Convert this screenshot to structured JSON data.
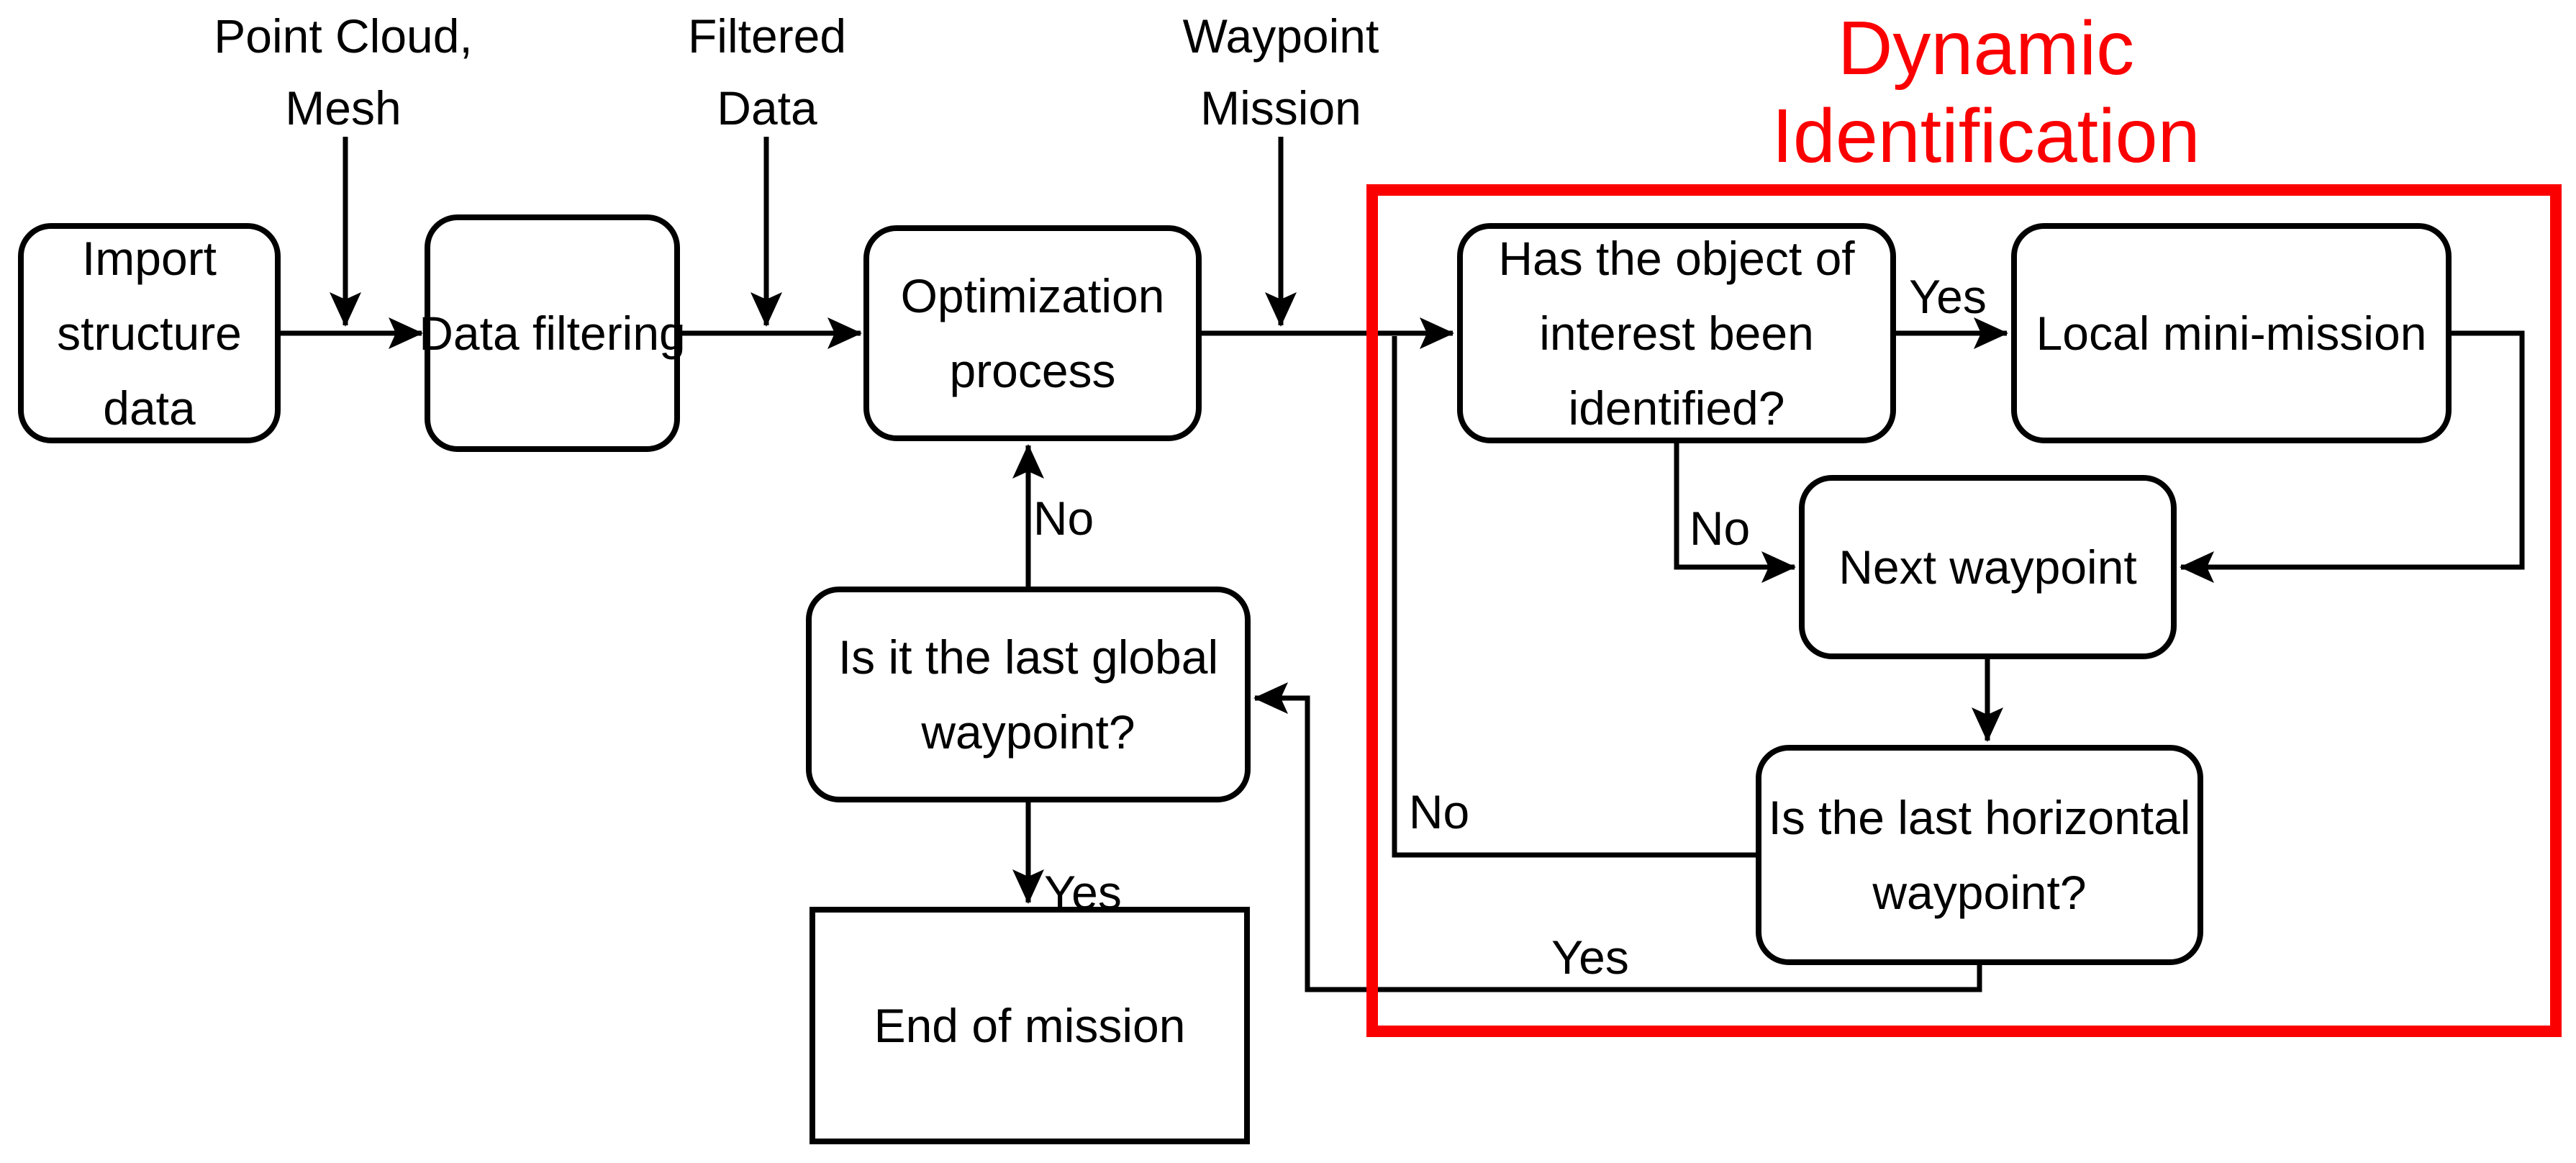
{
  "figure": {
    "title": {
      "text": "Dynamic\nIdentification",
      "color": "#fb0000"
    },
    "flow_annotations": [
      {
        "id": "point-cloud-mesh",
        "text": "Point Cloud,\nMesh"
      },
      {
        "id": "filtered-data",
        "text": "Filtered\nData"
      },
      {
        "id": "waypoint-mission",
        "text": "Waypoint\nMission"
      }
    ],
    "nodes": {
      "import": {
        "label": "Import\nstructure\ndata",
        "shape": "rounded-rect"
      },
      "filtering": {
        "label": "Data filtering",
        "shape": "rounded-rect"
      },
      "optimization": {
        "label": "Optimization\nprocess",
        "shape": "rounded-rect"
      },
      "has_object": {
        "label": "Has the object of\ninterest been\nidentified?",
        "shape": "rounded-rect"
      },
      "local_mini": {
        "label": "Local mini-mission",
        "shape": "rounded-rect"
      },
      "next_waypoint": {
        "label": "Next waypoint",
        "shape": "rounded-rect"
      },
      "last_horizontal": {
        "label": "Is the last horizontal\nwaypoint?",
        "shape": "rounded-rect"
      },
      "last_global": {
        "label": "Is it the last global\nwaypoint?",
        "shape": "rounded-rect"
      },
      "end_mission": {
        "label": "End of mission",
        "shape": "rect"
      }
    },
    "edges": [
      {
        "source": "import",
        "target": "filtering",
        "label": ""
      },
      {
        "source": "filtering",
        "target": "optimization",
        "label": ""
      },
      {
        "source": "optimization",
        "target": "has_object",
        "label": ""
      },
      {
        "source": "has_object",
        "target": "local_mini",
        "label": "Yes"
      },
      {
        "source": "has_object",
        "target": "next_waypoint",
        "label": "No"
      },
      {
        "source": "local_mini",
        "target": "next_waypoint",
        "label": ""
      },
      {
        "source": "next_waypoint",
        "target": "last_horizontal",
        "label": ""
      },
      {
        "source": "last_horizontal",
        "target": "has_object",
        "label": "No"
      },
      {
        "source": "last_horizontal",
        "target": "last_global",
        "label": "Yes"
      },
      {
        "source": "last_global",
        "target": "optimization",
        "label": "No"
      },
      {
        "source": "last_global",
        "target": "end_mission",
        "label": "Yes"
      }
    ],
    "colors": {
      "line": "#000000",
      "highlight_box": "#fb0000",
      "background": "#ffffff"
    }
  }
}
